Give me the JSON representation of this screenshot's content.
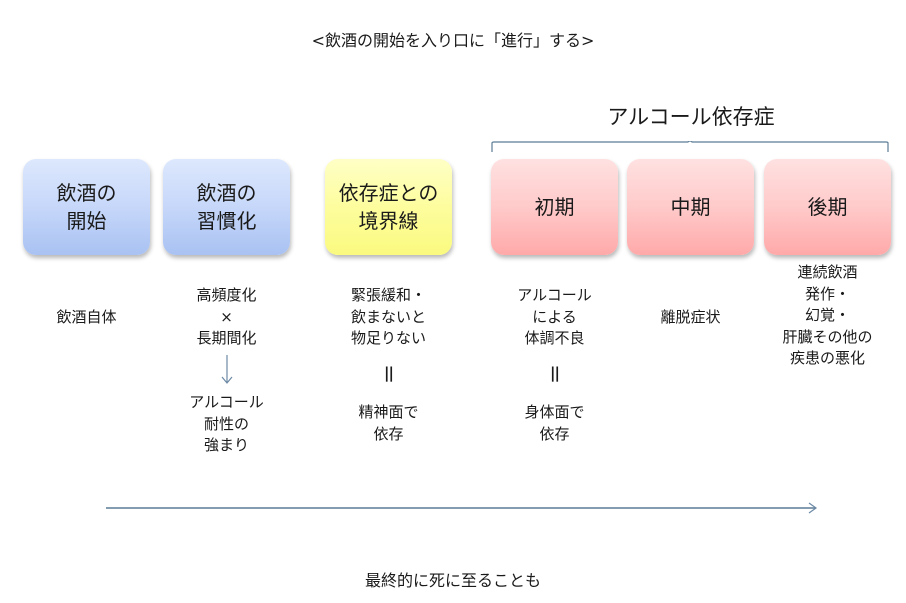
{
  "title": "<飲酒の開始を入り口に「進行」する>",
  "group": {
    "label": "アルコール依存症",
    "color": "#4a6a8a"
  },
  "stages": [
    {
      "label": "飲酒の\n開始",
      "color": "blue"
    },
    {
      "label": "飲酒の\n習慣化",
      "color": "blue"
    },
    {
      "label": "依存症との\n境界線",
      "color": "yellow"
    },
    {
      "label": "初期",
      "color": "red"
    },
    {
      "label": "中期",
      "color": "red"
    },
    {
      "label": "後期",
      "color": "red"
    }
  ],
  "descriptions": {
    "start": "飲酒自体",
    "habit_top": "高頻度化\n×\n長期間化",
    "habit_bottom": "アルコール\n耐性の\n強まり",
    "border_top": "緊張緩和・\n飲まないと\n物足りない",
    "border_separator": "||",
    "border_bottom": "精神面で\n依存",
    "early_top": "アルコール\nによる\n体調不良",
    "early_separator": "||",
    "early_bottom": "身体面で\n依存",
    "middle": "離脱症状",
    "late": "連続飲酒\n発作・\n幻覚・\n肝臓その他の\n疾患の悪化"
  },
  "colors": {
    "blue_box": "#c9d9fa",
    "yellow_box": "#fdfd9e",
    "red_box": "#ffcaca",
    "line": "#5a7c96"
  },
  "footer": "最終的に死に至ることも"
}
